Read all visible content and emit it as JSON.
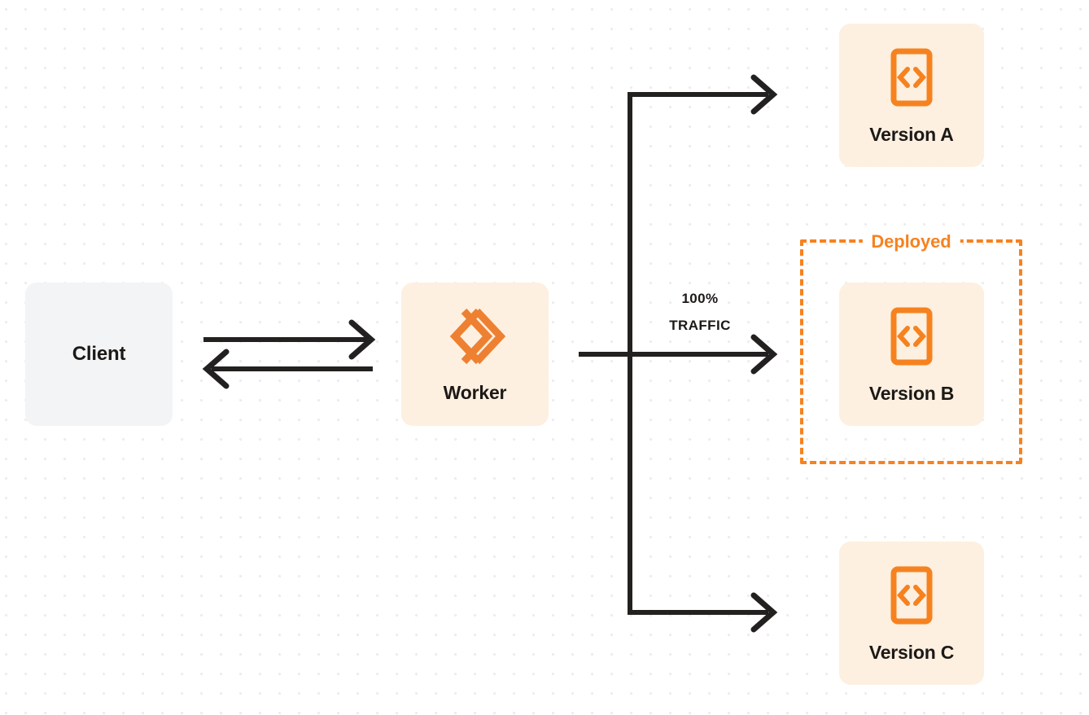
{
  "diagram": {
    "title": "Worker version traffic routing",
    "background": "dotted-grid",
    "colors": {
      "accent_orange": "#f6821f",
      "node_orange_bg": "#fdf0e0",
      "node_gray_bg": "#f3f4f6",
      "text_dark": "#1c1917",
      "line_dark": "#23211f",
      "dot_grid": "#ededef"
    }
  },
  "nodes": {
    "client": {
      "label": "Client",
      "icon": "none"
    },
    "worker": {
      "label": "Worker",
      "icon": "cloudflare-workers-logo"
    },
    "versions": [
      {
        "label": "Version A",
        "icon": "code-file-icon"
      },
      {
        "label": "Version B",
        "icon": "code-file-icon"
      },
      {
        "label": "Version C",
        "icon": "code-file-icon"
      }
    ]
  },
  "annotations": {
    "deployed_group_label": "Deployed",
    "traffic_lines": [
      "100%",
      "TRAFFIC"
    ]
  },
  "connectors": [
    {
      "name": "client-to-worker",
      "direction": "right",
      "style": "solid"
    },
    {
      "name": "worker-to-client",
      "direction": "left",
      "style": "solid"
    },
    {
      "name": "worker-to-version-a",
      "direction": "right",
      "style": "solid-elbow"
    },
    {
      "name": "worker-to-version-b",
      "direction": "right",
      "style": "solid"
    },
    {
      "name": "worker-to-version-c",
      "direction": "right",
      "style": "solid-elbow"
    }
  ]
}
